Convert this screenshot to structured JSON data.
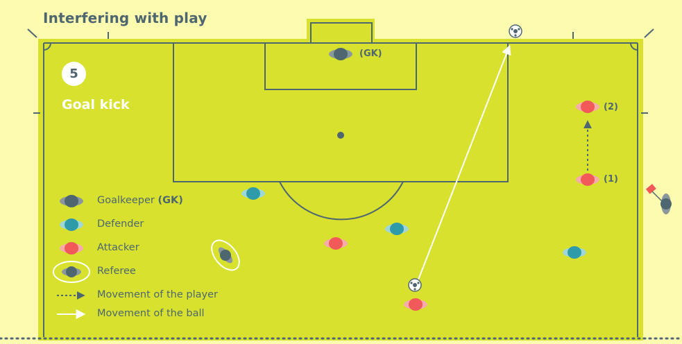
{
  "title": "Interfering with play",
  "step_number": "5",
  "scene_label": "Goal kick",
  "player_labels": {
    "goalkeeper": "(GK)",
    "attacker_start": "(1)",
    "attacker_end": "(2)"
  },
  "legend": {
    "goalkeeper": "Goalkeeper",
    "goalkeeper_abbr": "(GK)",
    "defender": "Defender",
    "attacker": "Attacker",
    "referee": "Referee",
    "player_movement": "Movement of the player",
    "ball_movement": "Movement of the ball"
  },
  "colors": {
    "background": "#fdfbb0",
    "pitch": "#d8e22e",
    "lines": "#4d6670",
    "goalkeeper": "#4d6670",
    "defender": "#2f9ba8",
    "attacker": "#f25a5a",
    "ball_path": "#ffffff"
  }
}
